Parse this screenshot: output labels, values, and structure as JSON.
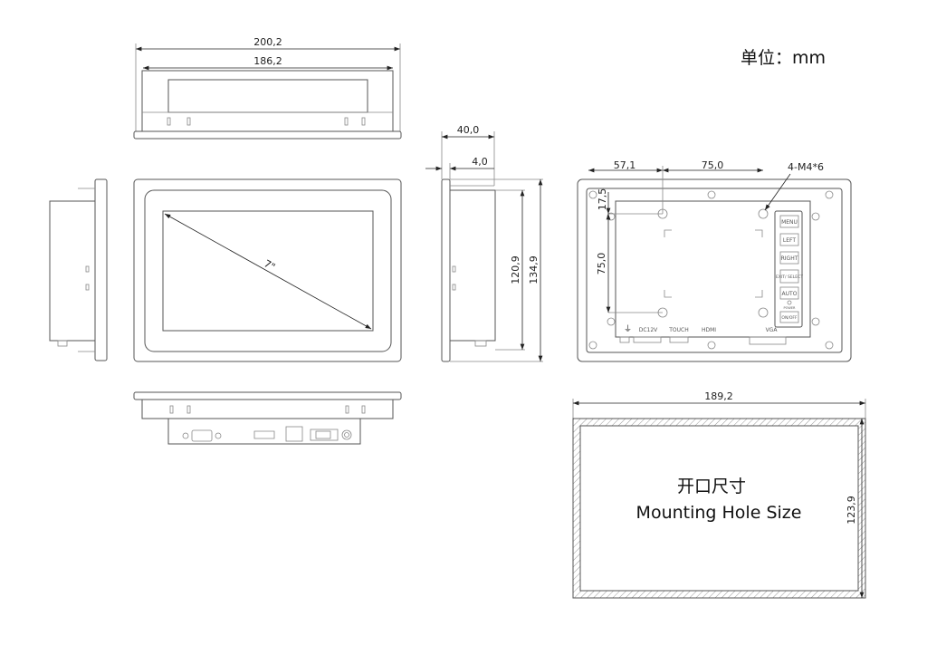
{
  "unit_label": "单位：mm",
  "top_view": {
    "overall_width": "200,2",
    "body_width": "186,2"
  },
  "front_view": {
    "diagonal": "7\""
  },
  "side_view": {
    "depth": "40,0",
    "bezel_thickness": "4,0",
    "body_height": "120,9",
    "overall_height": "134,9"
  },
  "back_view": {
    "hole_offset_x": "57,1",
    "hole_spacing_x": "75,0",
    "hole_offset_y": "17,5",
    "hole_spacing_y": "75,0",
    "screw_spec": "4-M4*6",
    "buttons": [
      "MENU",
      "LEFT",
      "RIGHT",
      "EXIT/\nSELECT",
      "AUTO",
      "ON/OFF"
    ],
    "power_label": "POWER",
    "ports": [
      "DC12V",
      "TOUCH",
      "HDMI",
      "VGA"
    ]
  },
  "cutout": {
    "width": "189,2",
    "height": "123,9",
    "title_cn": "开口尺寸",
    "title_en": "Mounting Hole Size"
  }
}
